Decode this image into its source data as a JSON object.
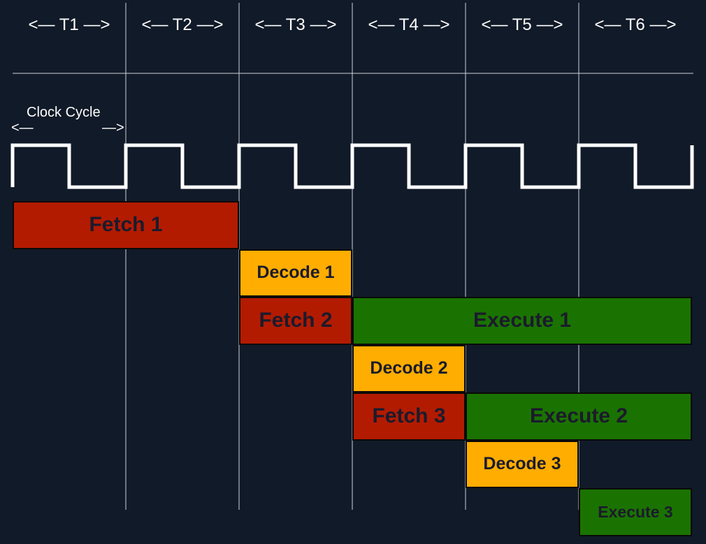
{
  "periods": [
    "<— T1 —>",
    "<— T2 —>",
    "<— T3 —>",
    "<— T4 —>",
    "<— T5 —>",
    "<— T6 —>"
  ],
  "clock": {
    "caption": "Clock Cycle",
    "left_arrow": "<—",
    "right_arrow": "—>"
  },
  "colors": {
    "background": "#111a28",
    "fetch": "#b31b00",
    "decode": "#ffad00",
    "execute": "#1a7300",
    "grid": "#cfd3da"
  },
  "stages": [
    {
      "label": "Fetch 1",
      "kind": "fetch",
      "start": 0,
      "end": 2,
      "row": 0
    },
    {
      "label": "Decode 1",
      "kind": "decode",
      "start": 2,
      "end": 3,
      "row": 1
    },
    {
      "label": "Fetch 2",
      "kind": "fetch",
      "start": 2,
      "end": 3,
      "row": 2
    },
    {
      "label": "Execute 1",
      "kind": "execute",
      "start": 3,
      "end": 6,
      "row": 2
    },
    {
      "label": "Decode 2",
      "kind": "decode",
      "start": 3,
      "end": 4,
      "row": 3
    },
    {
      "label": "Fetch 3",
      "kind": "fetch",
      "start": 3,
      "end": 4,
      "row": 4
    },
    {
      "label": "Execute 2",
      "kind": "execute",
      "start": 4,
      "end": 6,
      "row": 4
    },
    {
      "label": "Decode 3",
      "kind": "decode",
      "start": 4,
      "end": 5,
      "row": 5
    },
    {
      "label": "Execute 3",
      "kind": "execute",
      "start": 5,
      "end": 6,
      "row": 6
    }
  ]
}
